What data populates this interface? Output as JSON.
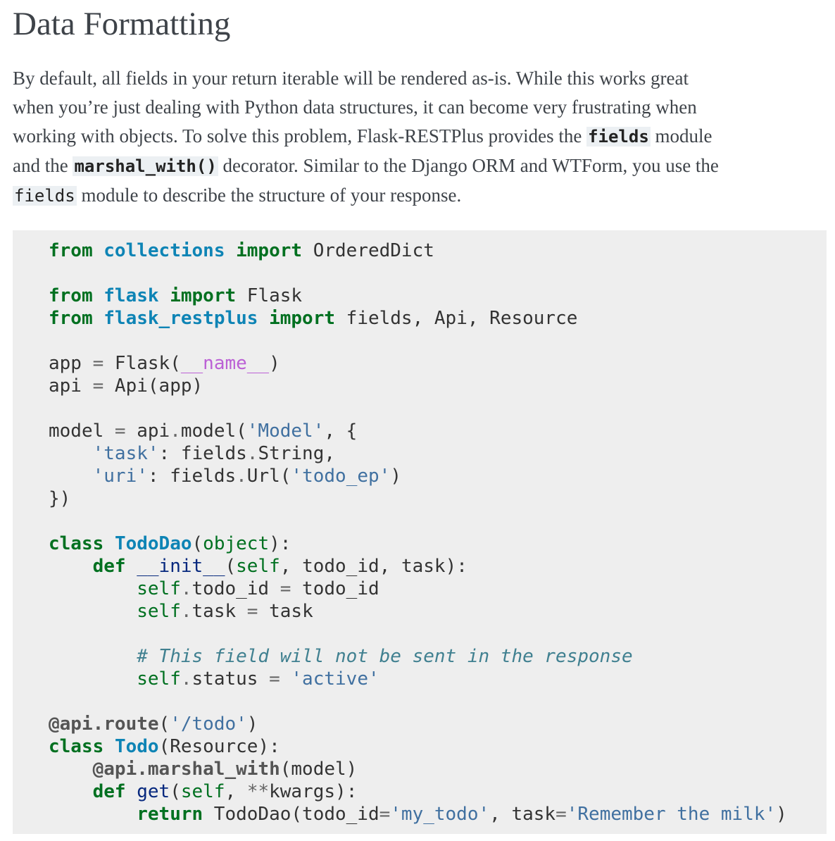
{
  "heading": "Data Formatting",
  "intro": {
    "line1": "By default, all fields in your return iterable will be rendered as-is. While this works great",
    "line2": "when you’re just dealing with Python data structures, it can become very frustrating when",
    "line3_a": "working with objects. To solve this problem, Flask-RESTPlus provides the ",
    "line3_code": "fields",
    "line3_b": " module",
    "line4_a": "and the ",
    "line4_code": "marshal_with()",
    "line4_b": " decorator. Similar to the Django ORM and WTForm, you use the",
    "line5_code": "fields",
    "line5_b": " module to describe the structure of your response."
  },
  "code_lines": [
    [
      [
        "kw",
        "from"
      ],
      [
        "txt",
        " "
      ],
      [
        "ns",
        "collections"
      ],
      [
        "txt",
        " "
      ],
      [
        "kw",
        "import"
      ],
      [
        "txt",
        " OrderedDict"
      ]
    ],
    [],
    [
      [
        "kw",
        "from"
      ],
      [
        "txt",
        " "
      ],
      [
        "ns",
        "flask"
      ],
      [
        "txt",
        " "
      ],
      [
        "kw",
        "import"
      ],
      [
        "txt",
        " Flask"
      ]
    ],
    [
      [
        "kw",
        "from"
      ],
      [
        "txt",
        " "
      ],
      [
        "ns",
        "flask_restplus"
      ],
      [
        "txt",
        " "
      ],
      [
        "kw",
        "import"
      ],
      [
        "txt",
        " fields, Api, Resource"
      ]
    ],
    [],
    [
      [
        "txt",
        "app "
      ],
      [
        "op",
        "="
      ],
      [
        "txt",
        " Flask("
      ],
      [
        "magic",
        "__name__"
      ],
      [
        "txt",
        ")"
      ]
    ],
    [
      [
        "txt",
        "api "
      ],
      [
        "op",
        "="
      ],
      [
        "txt",
        " Api(app)"
      ]
    ],
    [],
    [
      [
        "txt",
        "model "
      ],
      [
        "op",
        "="
      ],
      [
        "txt",
        " api"
      ],
      [
        "op",
        "."
      ],
      [
        "txt",
        "model("
      ],
      [
        "str",
        "'Model'"
      ],
      [
        "txt",
        ", {"
      ]
    ],
    [
      [
        "txt",
        "    "
      ],
      [
        "str",
        "'task'"
      ],
      [
        "txt",
        ": fields"
      ],
      [
        "op",
        "."
      ],
      [
        "txt",
        "String,"
      ]
    ],
    [
      [
        "txt",
        "    "
      ],
      [
        "str",
        "'uri'"
      ],
      [
        "txt",
        ": fields"
      ],
      [
        "op",
        "."
      ],
      [
        "txt",
        "Url("
      ],
      [
        "str",
        "'todo_ep'"
      ],
      [
        "txt",
        ")"
      ]
    ],
    [
      [
        "txt",
        "})"
      ]
    ],
    [],
    [
      [
        "kw",
        "class"
      ],
      [
        "txt",
        " "
      ],
      [
        "cls",
        "TodoDao"
      ],
      [
        "txt",
        "("
      ],
      [
        "builtin",
        "object"
      ],
      [
        "txt",
        "):"
      ]
    ],
    [
      [
        "txt",
        "    "
      ],
      [
        "kw",
        "def"
      ],
      [
        "txt",
        " "
      ],
      [
        "fn",
        "__init__"
      ],
      [
        "txt",
        "("
      ],
      [
        "builtin",
        "self"
      ],
      [
        "txt",
        ", todo_id, task):"
      ]
    ],
    [
      [
        "txt",
        "        "
      ],
      [
        "builtin",
        "self"
      ],
      [
        "op",
        "."
      ],
      [
        "txt",
        "todo_id "
      ],
      [
        "op",
        "="
      ],
      [
        "txt",
        " todo_id"
      ]
    ],
    [
      [
        "txt",
        "        "
      ],
      [
        "builtin",
        "self"
      ],
      [
        "op",
        "."
      ],
      [
        "txt",
        "task "
      ],
      [
        "op",
        "="
      ],
      [
        "txt",
        " task"
      ]
    ],
    [],
    [
      [
        "txt",
        "        "
      ],
      [
        "com",
        "# This field will not be sent in the response"
      ]
    ],
    [
      [
        "txt",
        "        "
      ],
      [
        "builtin",
        "self"
      ],
      [
        "op",
        "."
      ],
      [
        "txt",
        "status "
      ],
      [
        "op",
        "="
      ],
      [
        "txt",
        " "
      ],
      [
        "str",
        "'active'"
      ]
    ],
    [],
    [
      [
        "dec",
        "@api.route"
      ],
      [
        "txt",
        "("
      ],
      [
        "str",
        "'/todo'"
      ],
      [
        "txt",
        ")"
      ]
    ],
    [
      [
        "kw",
        "class"
      ],
      [
        "txt",
        " "
      ],
      [
        "cls",
        "Todo"
      ],
      [
        "txt",
        "(Resource):"
      ]
    ],
    [
      [
        "txt",
        "    "
      ],
      [
        "dec",
        "@api.marshal_with"
      ],
      [
        "txt",
        "(model)"
      ]
    ],
    [
      [
        "txt",
        "    "
      ],
      [
        "kw",
        "def"
      ],
      [
        "txt",
        " "
      ],
      [
        "fn",
        "get"
      ],
      [
        "txt",
        "("
      ],
      [
        "builtin",
        "self"
      ],
      [
        "txt",
        ", "
      ],
      [
        "op",
        "**"
      ],
      [
        "txt",
        "kwargs):"
      ]
    ],
    [
      [
        "txt",
        "        "
      ],
      [
        "kw",
        "return"
      ],
      [
        "txt",
        " TodoDao(todo_id"
      ],
      [
        "op",
        "="
      ],
      [
        "str",
        "'my_todo'"
      ],
      [
        "txt",
        ", task"
      ],
      [
        "op",
        "="
      ],
      [
        "str",
        "'Remember the milk'"
      ],
      [
        "txt",
        ")"
      ]
    ]
  ]
}
